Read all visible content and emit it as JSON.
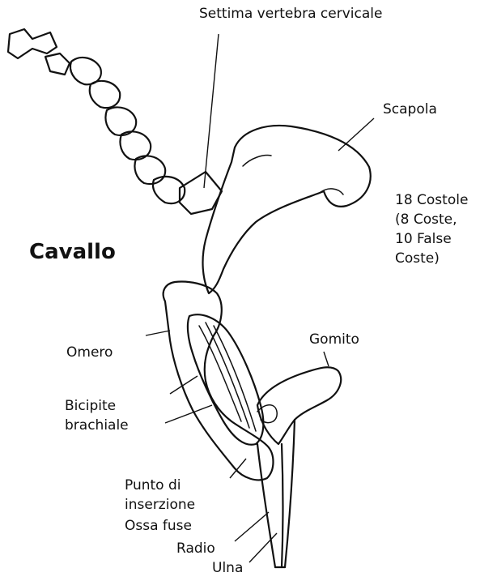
{
  "diagram": {
    "title": "Cavallo",
    "labels": {
      "vertebra": "Settima vertebra cervicale",
      "scapula": "Scapola",
      "ribs_1": "18 Costole",
      "ribs_2": "(8 Coste,",
      "ribs_3": "10 False",
      "ribs_4": "Coste)",
      "elbow": "Gomito",
      "humerus": "Omero",
      "biceps_1": "Bicipite",
      "biceps_2": "brachiale",
      "insertion_1": "Punto di",
      "insertion_2": "inserzione",
      "fused": "Ossa fuse",
      "radius": "Radio",
      "ulna": "Ulna"
    },
    "colors": {
      "ink": "#111111",
      "background": "#ffffff"
    }
  }
}
